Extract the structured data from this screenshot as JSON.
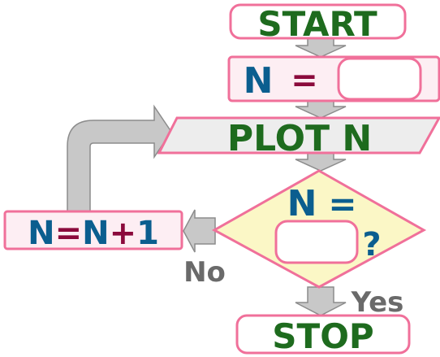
{
  "flowchart": {
    "start": {
      "text": "START"
    },
    "assign": {
      "var": "N",
      "op": "="
    },
    "plot": {
      "text": "PLOT N"
    },
    "decision": {
      "var": "N",
      "op": "=",
      "qmark": "?"
    },
    "increment": {
      "parts": [
        "N",
        "=",
        "N",
        "+",
        "1"
      ]
    },
    "branch_no": {
      "text": "No"
    },
    "branch_yes": {
      "text": "Yes"
    },
    "stop": {
      "text": "STOP"
    }
  },
  "colors": {
    "pink_border": "#f0709a",
    "pink_fill": "#fdeef3",
    "start_text": "#1e6b1e",
    "var_blue": "#0b5e8f",
    "op_maroon": "#8b0a3c",
    "plot_fill": "#ededed",
    "decision_fill": "#fbf7c6",
    "arrow_grey": "#c8c8c8",
    "arrow_stroke": "#8c8c8c",
    "label_grey": "#6a6a6a"
  }
}
